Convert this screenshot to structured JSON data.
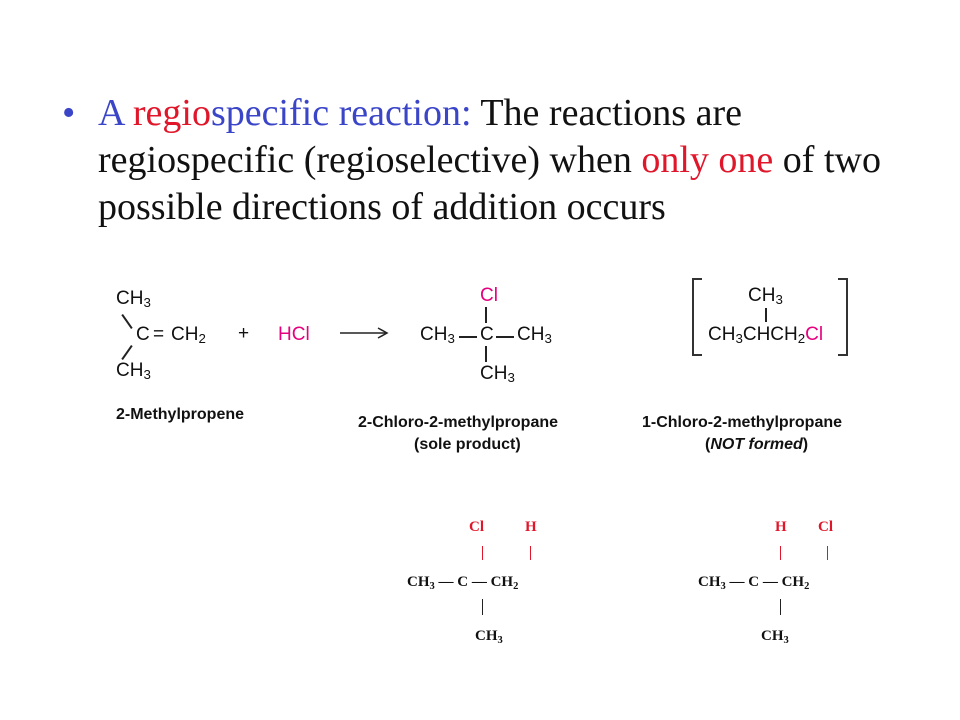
{
  "bullet": {
    "dot": "•",
    "seg1": "A ",
    "seg2": "regio",
    "seg3": "specific reaction: ",
    "seg4": "The reactions are regiospecific (regioselective) when ",
    "seg5": "only one",
    "seg6": " of two possible directions of addition occurs"
  },
  "scheme": {
    "reactant_name": "2-Methylpropene",
    "plus": "+",
    "reagent": "HCl",
    "product_name": "2-Chloro-2-methylpropane",
    "product_note": "(sole product)",
    "alt_name": "1-Chloro-2-methylpropane",
    "alt_note_open": "(",
    "alt_note_text": "NOT formed",
    "alt_note_close": ")",
    "ch3": "CH",
    "sub3": "3",
    "sub2": "2",
    "c": "C",
    "cl": "Cl",
    "ch2": "CH",
    "alt_chain": "CHCH",
    "dbond": "="
  },
  "lower": {
    "left_top_cl": "Cl",
    "left_top_h": "H",
    "right_top_h": "H",
    "right_top_cl": "Cl",
    "ch": "CH",
    "c": "C",
    "sub3": "3",
    "sub2": "2",
    "dash": "—"
  },
  "colors": {
    "red": "#e0162b",
    "blue": "#3a45c8",
    "pink": "#e6007e",
    "green": "#12a24a"
  }
}
